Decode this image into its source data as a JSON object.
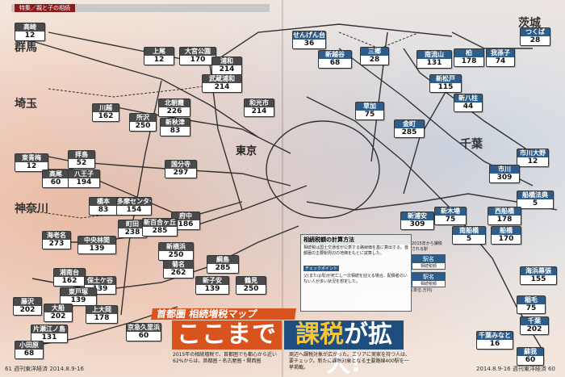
{
  "header": {
    "section": "特集／親と子の相続"
  },
  "prefectures": {
    "gunma": "群馬",
    "saitama": "埼玉",
    "kanagawa": "神奈川",
    "ibaraki": "茨城",
    "chiba": "千葉",
    "tokyo": "東京"
  },
  "feature": {
    "label": "首都圏 相続増税マップ",
    "headline_left": "ここまで",
    "headline_right_a": "課税",
    "headline_right_b": "が拡大!"
  },
  "lead_left": "2015年の相続増税で、首都圏でも都心から近い62%からは、首都圏・名古屋圏・関西圏",
  "lead_right": "周辺へ課税対象が広がった。エリアに実家を持つ人は、要チェック。新たに課税対象となる主要路線400駅を一挙掲載。",
  "infobox": {
    "title": "相続税額の計算方法",
    "text1": "相続税は国土交通省が公表する路線価を基に算出する。首都圏の主要駅周辺の地価をもとに試算した。",
    "tag": "チェックポイント",
    "text2": "父(または母)が死亡し一次相続を迎える場合、配偶者のいない人が多い状況を想定した。"
  },
  "legend": {
    "title": "2015年から課税される駅",
    "name1": "駅名",
    "desc1": "相続税額",
    "name2": "駅名",
    "desc2": "相続税額",
    "note": "(単位:万円)"
  },
  "footer": {
    "left": "61  週刊東洋経済  2014.8.9-16",
    "right": "2014.8.9-16  週刊東洋経済  60"
  },
  "stations": [
    {
      "id": "takasaki",
      "name": "高崎",
      "value": "12"
    },
    {
      "id": "ueno-gun",
      "name": "上尾",
      "value": "12"
    },
    {
      "id": "omiya",
      "name": "大宮公園",
      "value": "170"
    },
    {
      "id": "urawa",
      "name": "浦和",
      "value": "214"
    },
    {
      "id": "musashiurawa",
      "name": "武蔵浦和",
      "value": "214"
    },
    {
      "id": "kawagoe",
      "name": "川越",
      "value": "162"
    },
    {
      "id": "kitaasaka",
      "name": "北朝霞",
      "value": "226"
    },
    {
      "id": "wakoshi",
      "name": "和光市",
      "value": "214"
    },
    {
      "id": "tokorozawa",
      "name": "所沢",
      "value": "250"
    },
    {
      "id": "niiza",
      "name": "新秋津",
      "value": "83"
    },
    {
      "id": "higashihanno",
      "name": "東青梅",
      "value": "12"
    },
    {
      "id": "haijima",
      "name": "拝島",
      "value": "52"
    },
    {
      "id": "kokubunji",
      "name": "国分寺",
      "value": "297"
    },
    {
      "id": "takao",
      "name": "高尾",
      "value": "60"
    },
    {
      "id": "hachioji",
      "name": "八王子",
      "value": "194"
    },
    {
      "id": "hashimoto",
      "name": "橋本",
      "value": "83"
    },
    {
      "id": "tama",
      "name": "多摩センター",
      "value": "154"
    },
    {
      "id": "fuchu",
      "name": "府中",
      "value": "186"
    },
    {
      "id": "machida",
      "name": "町田",
      "value": "238"
    },
    {
      "id": "shinyuri",
      "name": "新百合ヶ丘",
      "value": "285"
    },
    {
      "id": "ebina",
      "name": "海老名",
      "value": "273"
    },
    {
      "id": "chuorinkan",
      "name": "中央林間",
      "value": "139"
    },
    {
      "id": "shinyoko",
      "name": "新横浜",
      "value": "250"
    },
    {
      "id": "tsunashima",
      "name": "綱島",
      "value": "285"
    },
    {
      "id": "kikuna",
      "name": "菊名",
      "value": "262"
    },
    {
      "id": "shonandai",
      "name": "湘南台",
      "value": "162"
    },
    {
      "id": "hodogaya",
      "name": "保土ケ谷",
      "value": "139"
    },
    {
      "id": "higashitotsuka",
      "name": "東戸塚",
      "value": "139"
    },
    {
      "id": "shinkoyasu",
      "name": "新子安",
      "value": "139"
    },
    {
      "id": "tsurumi",
      "name": "鶴見",
      "value": "250"
    },
    {
      "id": "fujisawa",
      "name": "藤沢",
      "value": "202"
    },
    {
      "id": "ofuna",
      "name": "大船",
      "value": "202"
    },
    {
      "id": "kamiooka",
      "name": "上大岡",
      "value": "178"
    },
    {
      "id": "keikyukurihama",
      "name": "京急久里浜",
      "value": "60"
    },
    {
      "id": "katase",
      "name": "片瀬江ノ島",
      "value": "131"
    },
    {
      "id": "odawara",
      "name": "小田原",
      "value": "68"
    },
    {
      "id": "senju",
      "name": "せんげん台",
      "value": "36"
    },
    {
      "id": "shinkoshigaya",
      "name": "新越谷",
      "value": "68"
    },
    {
      "id": "misato",
      "name": "三郷",
      "value": "28"
    },
    {
      "id": "minaminagareyama",
      "name": "南流山",
      "value": "131"
    },
    {
      "id": "kashiwa",
      "name": "柏",
      "value": "178"
    },
    {
      "id": "abiko",
      "name": "我孫子",
      "value": "74"
    },
    {
      "id": "tsukuba",
      "name": "つくば",
      "value": "28"
    },
    {
      "id": "shinmatsudo",
      "name": "新松戸",
      "value": "115"
    },
    {
      "id": "shinyahashira",
      "name": "新八柱",
      "value": "44"
    },
    {
      "id": "soka",
      "name": "草加",
      "value": "75"
    },
    {
      "id": "kanamachi",
      "name": "金町",
      "value": "285"
    },
    {
      "id": "ichikawaono",
      "name": "市川大野",
      "value": "12"
    },
    {
      "id": "ichikawa",
      "name": "市川",
      "value": "309"
    },
    {
      "id": "funabashihoten",
      "name": "船橋法典",
      "value": "5"
    },
    {
      "id": "shinurayasu",
      "name": "新浦安",
      "value": "309"
    },
    {
      "id": "minamifunabashi",
      "name": "南船橋",
      "value": "5"
    },
    {
      "id": "nishifunabashi",
      "name": "西船橋",
      "value": "178"
    },
    {
      "id": "funabashi",
      "name": "船橋",
      "value": "170"
    },
    {
      "id": "shinkiba",
      "name": "新木場",
      "value": "75"
    },
    {
      "id": "kaihinmakuhari",
      "name": "海浜幕張",
      "value": "155"
    },
    {
      "id": "inage",
      "name": "稲毛",
      "value": "75"
    },
    {
      "id": "chiba",
      "name": "千葉",
      "value": "202"
    },
    {
      "id": "chibaminato",
      "name": "千葉みなと",
      "value": "16"
    },
    {
      "id": "soga",
      "name": "蘇我",
      "value": "60"
    }
  ]
}
